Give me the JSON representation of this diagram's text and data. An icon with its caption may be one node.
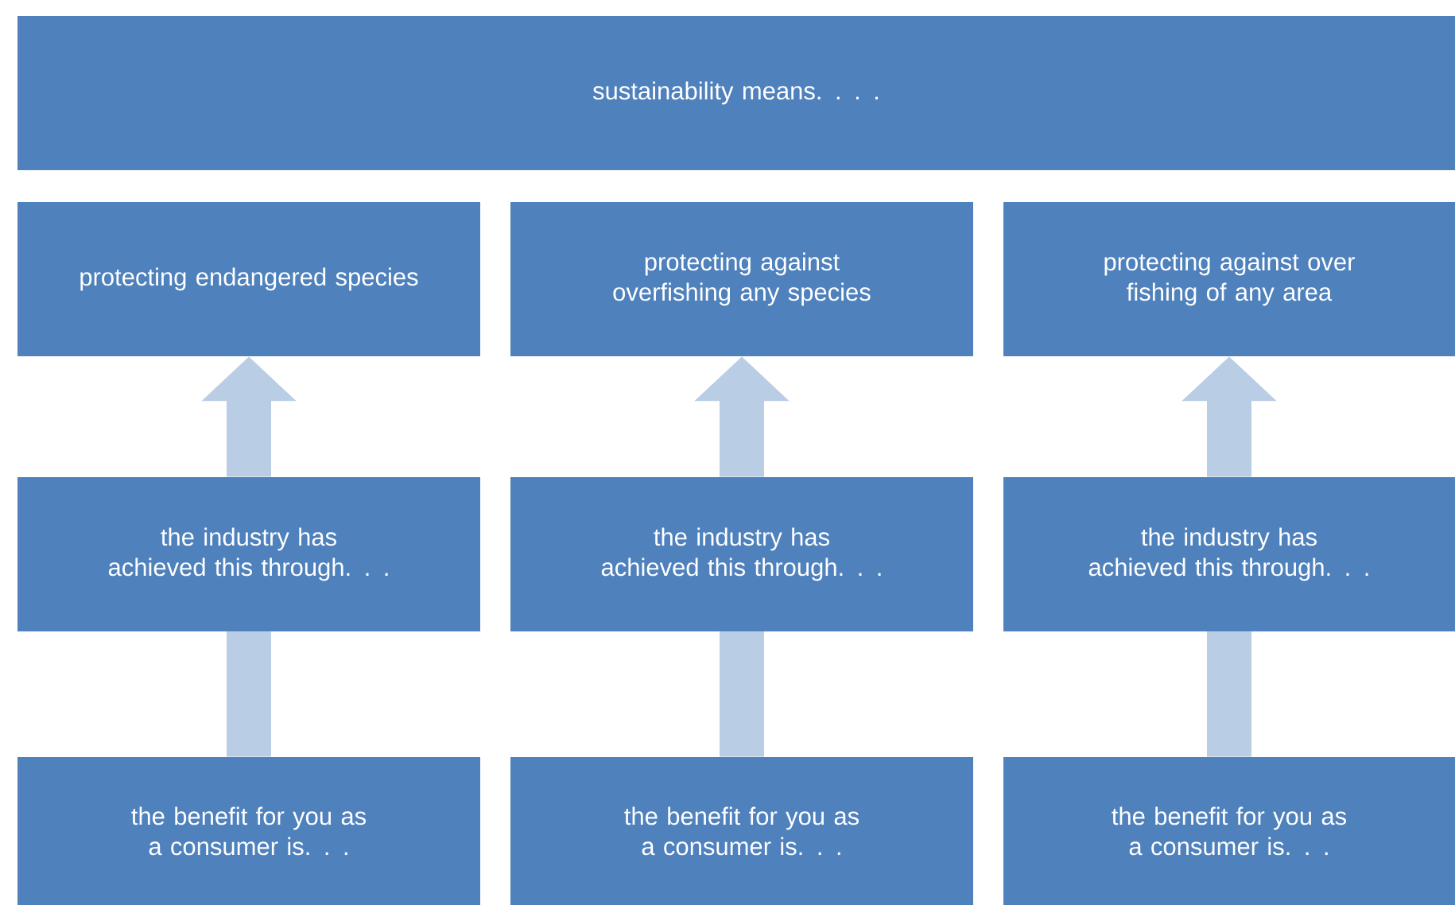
{
  "diagram": {
    "nodes": [
      {
        "text": [
          "sustainability means. . . ."
        ]
      },
      {
        "text": [
          "protecting endangered species"
        ]
      },
      {
        "text": [
          "protecting against overfishing any species"
        ]
      },
      {
        "text": [
          "protecting against over fishing of any area"
        ]
      },
      {
        "text": [
          "the industry has achieved this through. . ."
        ]
      },
      {
        "text": [
          "the industry has achieved this through. . ."
        ]
      },
      {
        "text": [
          "the industry has achieved this through. . ."
        ]
      },
      {
        "text": [
          "the benefit for you as a consumer is. . ."
        ]
      },
      {
        "text": [
          "the benefit for you as a consumer is. . ."
        ]
      },
      {
        "text": [
          "the benefit for you as a consumer is. . ."
        ]
      }
    ],
    "edges": [
      {
        "from": 4,
        "to": 1,
        "arrow": "to"
      },
      {
        "from": 5,
        "to": 2,
        "arrow": "to"
      },
      {
        "from": 6,
        "to": 3,
        "arrow": "to"
      },
      {
        "from": 7,
        "to": 4,
        "arrow": "none"
      },
      {
        "from": 8,
        "to": 5,
        "arrow": "none"
      },
      {
        "from": 9,
        "to": 6,
        "arrow": "none"
      }
    ]
  }
}
